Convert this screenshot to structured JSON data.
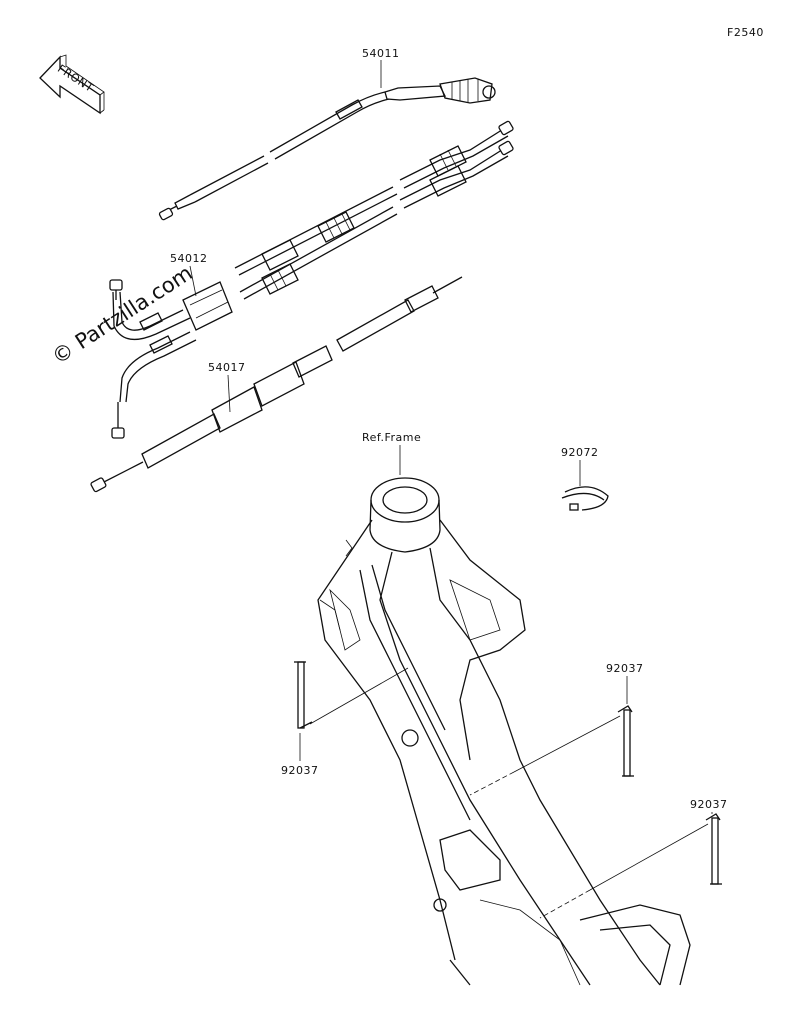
{
  "figure": {
    "code": "F2540",
    "front_arrow_label": "FRONT",
    "watermark": "© Partzilla.com"
  },
  "parts": [
    {
      "id": "p-54011",
      "label": "54011"
    },
    {
      "id": "p-54012",
      "label": "54012"
    },
    {
      "id": "p-54017",
      "label": "54017"
    },
    {
      "id": "p-92072",
      "label": "92072"
    },
    {
      "id": "p-92037a",
      "label": "92037"
    },
    {
      "id": "p-92037b",
      "label": "92037"
    },
    {
      "id": "p-92037c",
      "label": "92037"
    }
  ],
  "reference": {
    "frame_label": "Ref.Frame"
  }
}
